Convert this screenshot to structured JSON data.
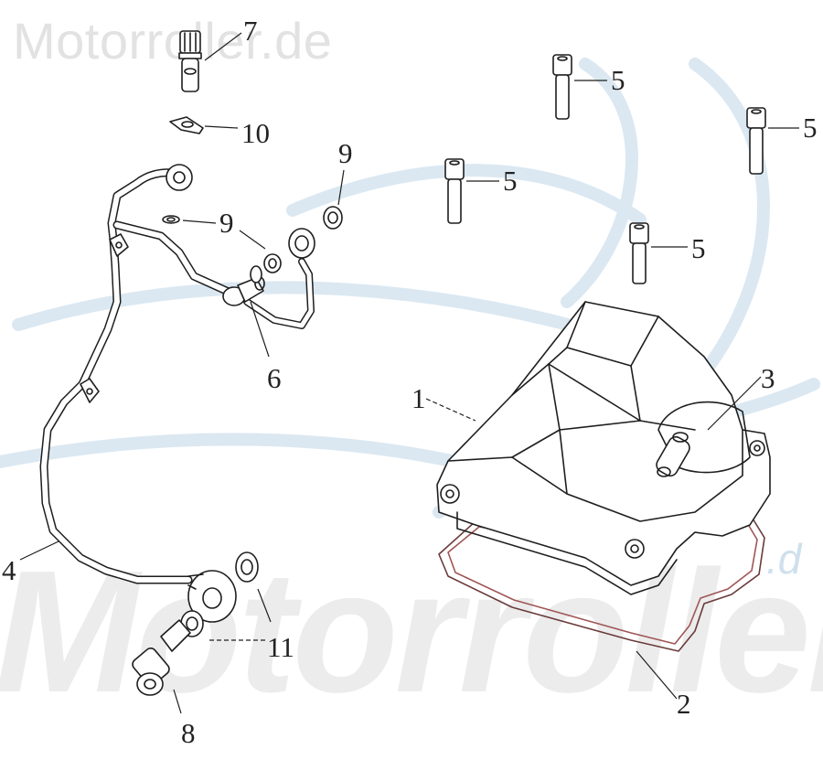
{
  "watermarks": {
    "top_text": "Motorroller.de",
    "center_text": "Motorroller",
    "corner_text": ".d"
  },
  "colors": {
    "line": "#1e1e1e",
    "swoosh": "#dbe8f2",
    "gasket_accent": "#a05555"
  },
  "callouts": {
    "c1": "1",
    "c2": "2",
    "c3": "3",
    "c4": "4",
    "c5a": "5",
    "c5b": "5",
    "c5c": "5",
    "c5d": "5",
    "c6": "6",
    "c7": "7",
    "c8": "8",
    "c9a": "9",
    "c9b": "9",
    "c10": "10",
    "c11": "11"
  },
  "parts": [
    {
      "ref": "1",
      "part": "cylinder-head-cover"
    },
    {
      "ref": "2",
      "part": "cover-gasket"
    },
    {
      "ref": "3",
      "part": "breather-nipple"
    },
    {
      "ref": "4",
      "part": "oil-pipe"
    },
    {
      "ref": "5",
      "part": "bolt"
    },
    {
      "ref": "6",
      "part": "banjo-bolt-small"
    },
    {
      "ref": "7",
      "part": "banjo-bolt-top"
    },
    {
      "ref": "8",
      "part": "banjo-bolt-bottom"
    },
    {
      "ref": "9",
      "part": "sealing-washer"
    },
    {
      "ref": "10",
      "part": "washer-clip"
    },
    {
      "ref": "11",
      "part": "sealing-washer-lower"
    }
  ]
}
